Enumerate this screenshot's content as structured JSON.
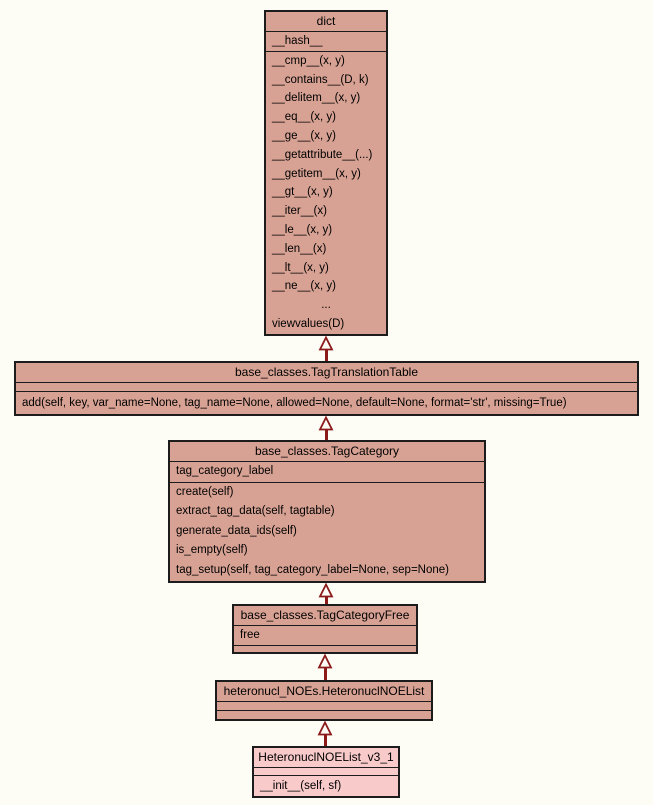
{
  "background_color": "#fdfdf6",
  "palette": {
    "class_fill": "#d7a294",
    "highlight_fill": "#f9caca",
    "border_color": "#1c1c1c",
    "arrow_color": "#8b1a1a"
  },
  "diagram": {
    "type": "uml-class-inheritance",
    "classes": [
      {
        "name": "dict",
        "attributes": [
          "__hash__"
        ],
        "methods": [
          "__cmp__(x, y)",
          "__contains__(D, k)",
          "__delitem__(x, y)",
          "__eq__(x, y)",
          "__ge__(x, y)",
          "__getattribute__(...)",
          "__getitem__(x, y)",
          "__gt__(x, y)",
          "__iter__(x)",
          "__le__(x, y)",
          "__len__(x)",
          "__lt__(x, y)",
          "__ne__(x, y)",
          "...",
          "viewvalues(D)"
        ]
      },
      {
        "name": "base_classes.TagTranslationTable",
        "attributes": [],
        "methods": [
          "add(self, key, var_name=None, tag_name=None, allowed=None, default=None, format='str', missing=True)"
        ]
      },
      {
        "name": "base_classes.TagCategory",
        "attributes": [
          "tag_category_label"
        ],
        "methods": [
          "create(self)",
          "extract_tag_data(self, tagtable)",
          "generate_data_ids(self)",
          "is_empty(self)",
          "tag_setup(self, tag_category_label=None, sep=None)"
        ]
      },
      {
        "name": "base_classes.TagCategoryFree",
        "attributes": [
          "free"
        ],
        "methods": []
      },
      {
        "name": "heteronucl_NOEs.HeteronuclNOEList",
        "attributes": [],
        "methods": []
      },
      {
        "name": "HeteronuclNOEList_v3_1",
        "attributes": [],
        "methods": [
          "__init__(self, sf)"
        ],
        "highlighted": true
      }
    ],
    "relations": [
      {
        "child": "base_classes.TagTranslationTable",
        "parent": "dict",
        "type": "inheritance"
      },
      {
        "child": "base_classes.TagCategory",
        "parent": "base_classes.TagTranslationTable",
        "type": "inheritance"
      },
      {
        "child": "base_classes.TagCategoryFree",
        "parent": "base_classes.TagCategory",
        "type": "inheritance"
      },
      {
        "child": "heteronucl_NOEs.HeteronuclNOEList",
        "parent": "base_classes.TagCategoryFree",
        "type": "inheritance"
      },
      {
        "child": "HeteronuclNOEList_v3_1",
        "parent": "heteronucl_NOEs.HeteronuclNOEList",
        "type": "inheritance"
      }
    ]
  }
}
